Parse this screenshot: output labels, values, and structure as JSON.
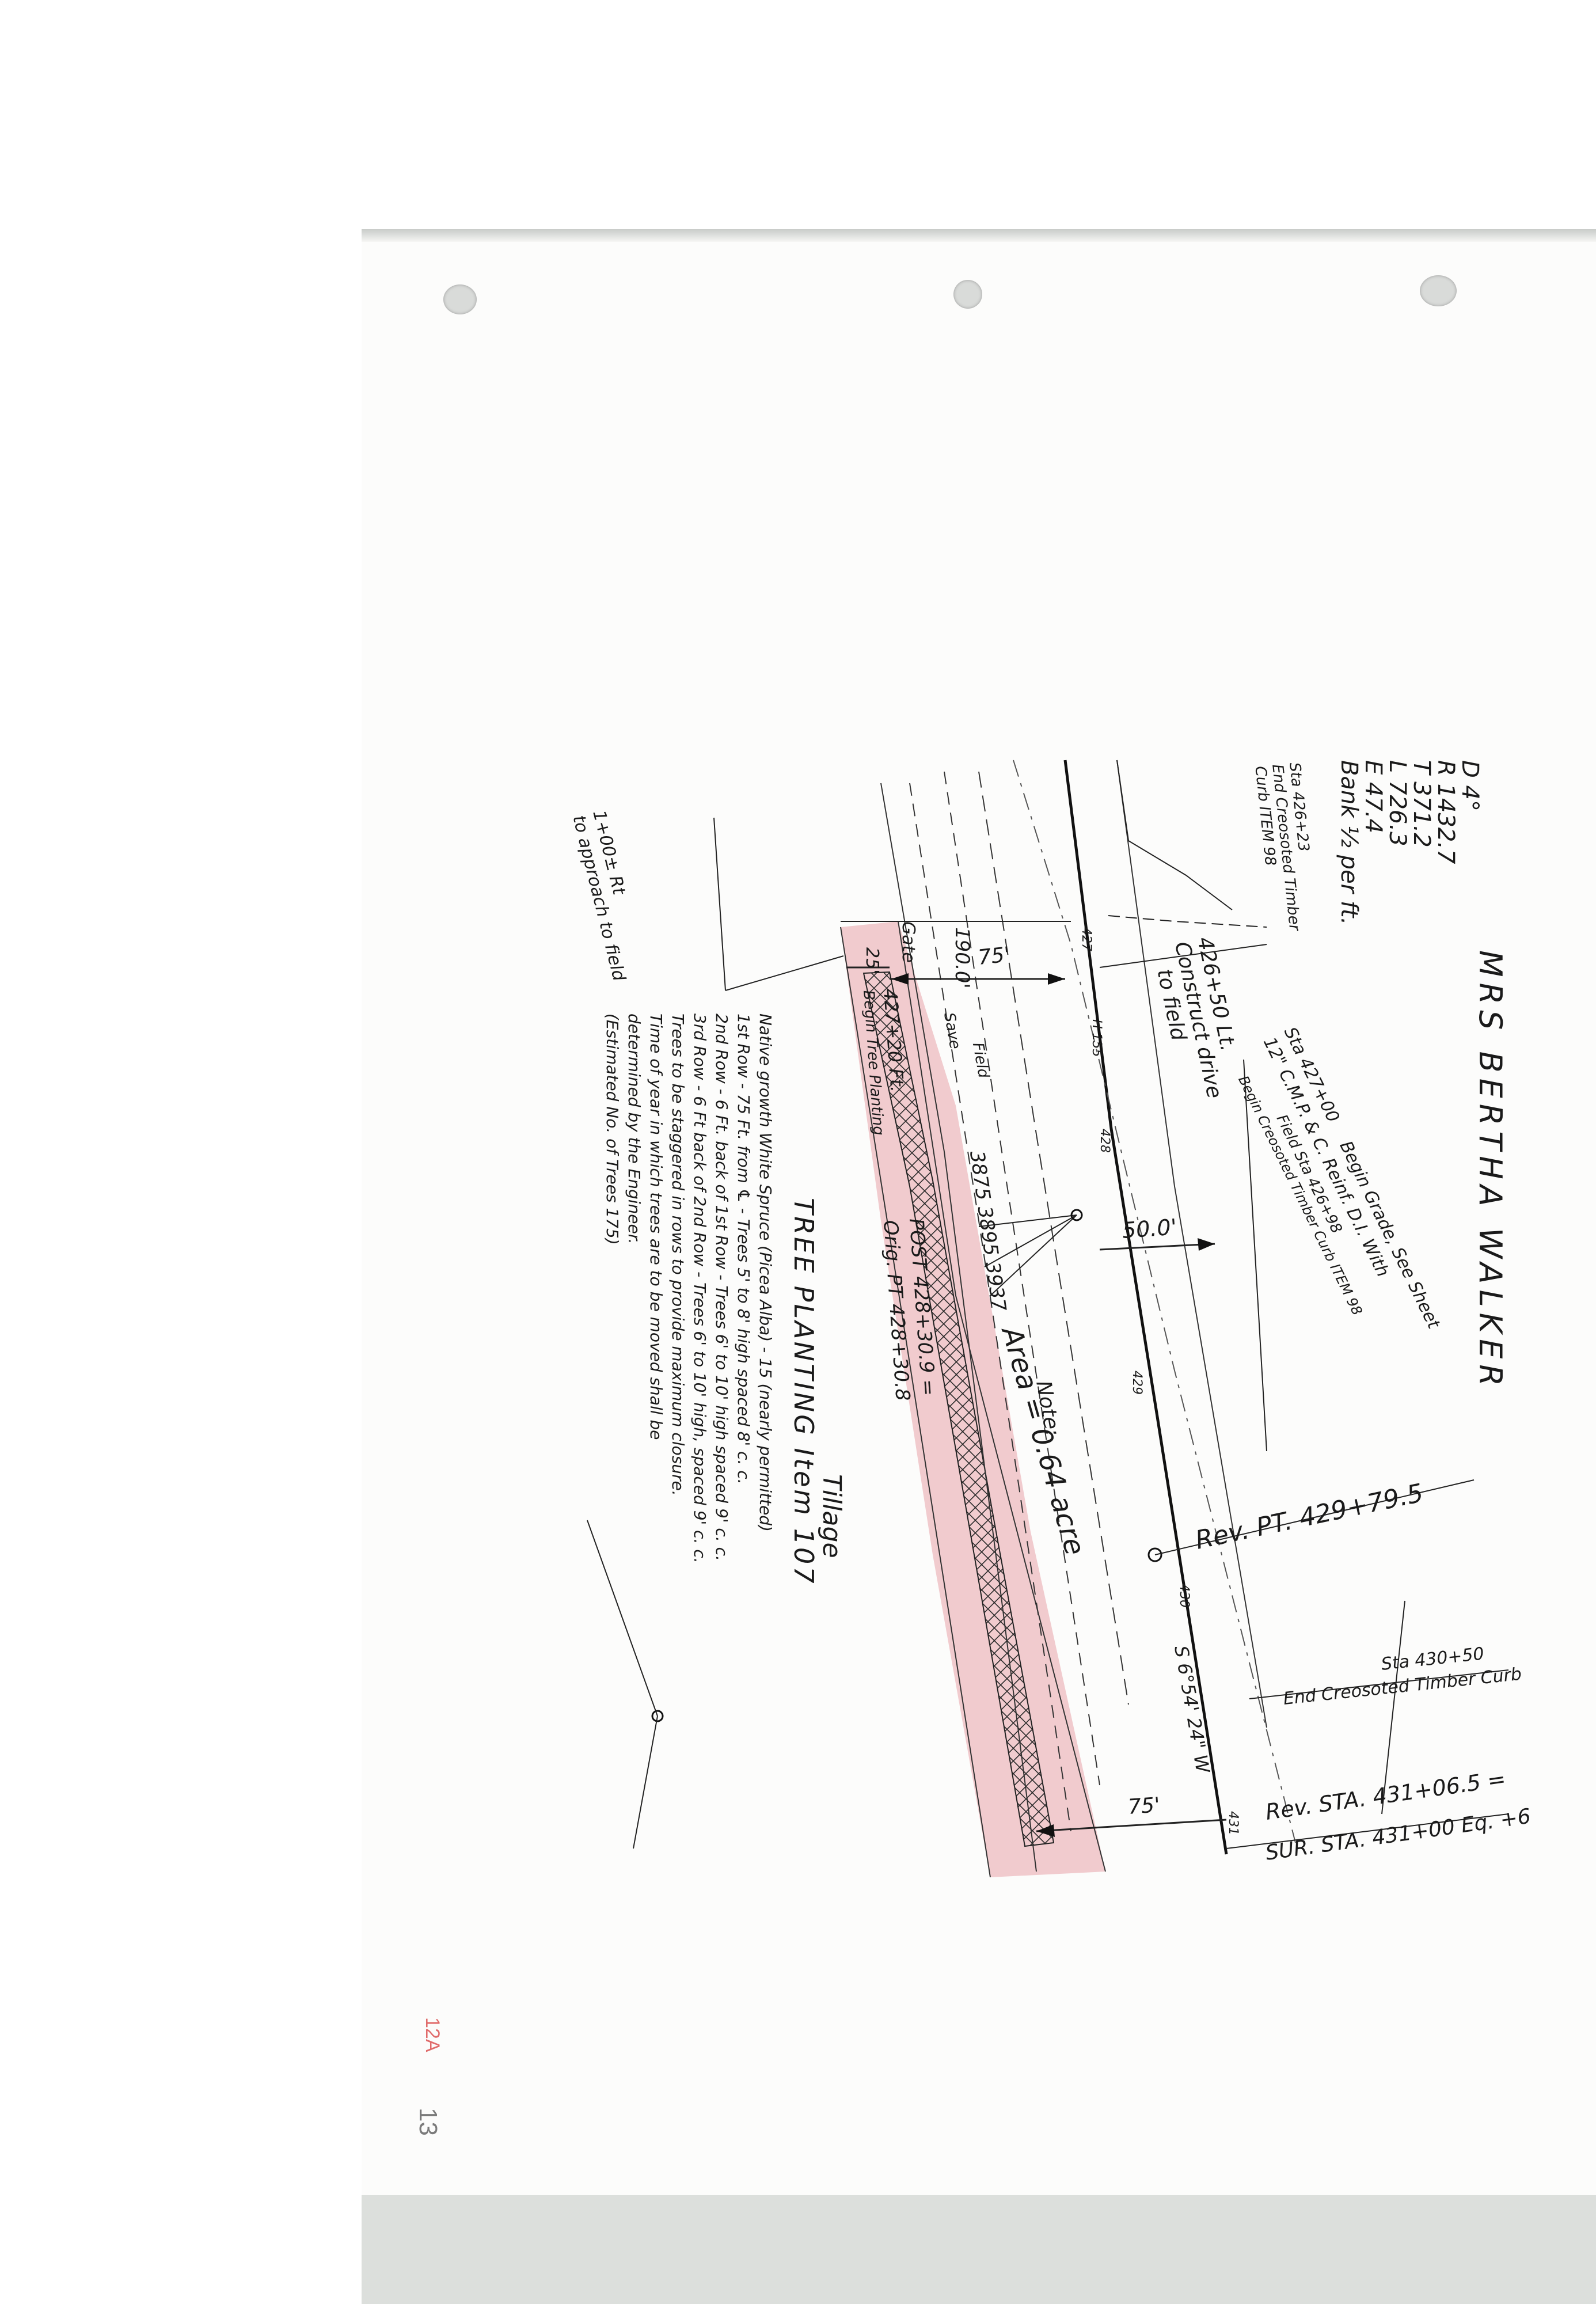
{
  "owner_title": "MRS BERTHA WALKER",
  "curve_data": [
    "D 4°",
    "R 1432.7",
    "T 371.2",
    "L 726.3",
    "E 47.4",
    "Bank ½ per ft."
  ],
  "left_notes": [
    "Sta 426+23",
    "End Creosoted Timber",
    "Curb ITEM 98"
  ],
  "labels": {
    "sta_427": "Sta 427+00",
    "grade": "Begin Grade, See Sheet",
    "cmp": "12\" C.M.P. & C. Reinf. D.I. With",
    "field_sta": "Field Sta 426+98",
    "begin_curb": "Begin Creosoted Timber Curb ITEM 98",
    "drive_sta": "426+50 Lt.",
    "drive_note_1": "Construct drive",
    "drive_note_2": "to field",
    "dim_190": "190.0'",
    "dim_75_top": "75'",
    "dim_25": "25'",
    "dim_50": "50.0'",
    "dim_75_bottom": "75'",
    "gate": "Gate",
    "sta_155": "H 155",
    "sta_427_tick": "427",
    "sta_428_tick": "428",
    "sta_429_tick": "429",
    "sta_430_tick": "430",
    "sta_431_tick": "431",
    "save": "Save",
    "field": "Field",
    "post_427": "427+20 Ft.",
    "begin_tree": "Begin Tree Planting",
    "numbers": "3875 3895 3937",
    "area": "Area = 0.64 acre",
    "note": "Note:",
    "post": "POST 428+30.9 =",
    "orig_pt": "Orig. PT 428+30.8",
    "tillage": "Tillage",
    "rev_pt": "Rev. PT. 429+79.5",
    "bearing": "S 6°54' 24\" W",
    "sta_430_50": "Sta 430+50",
    "end_curb": "End Creosoted Timber Curb",
    "rev_sta": "Rev. STA. 431+06.5 =",
    "sur_sta": "SUR. STA. 431+00  Eq. +6",
    "approach": "1+00± Rt",
    "approach_2": "to approach to field"
  },
  "tree_planting": {
    "title": "TREE PLANTING  Item 107",
    "lines": [
      "Native growth White Spruce (Picea Alba) - 15 (nearly permitted)",
      "1st Row - 75 Ft. from ℄ - Trees 5' to 8' high spaced 8' c. c.",
      "2nd Row - 6 Ft. back of 1st Row - Trees 6' to 10' high spaced 9' c. c.",
      "3rd Row - 6 Ft back of 2nd Row - Trees 6' to 10' high, spaced 9' c. c.",
      "Trees to be staggered in rows to provide maximum closure.",
      "Time of year in which trees are to be moved shall be",
      "determined by the Engineer.",
      "(Estimated No. of Trees 175)"
    ]
  },
  "page_numbers": {
    "red": "12A",
    "black": "13"
  }
}
